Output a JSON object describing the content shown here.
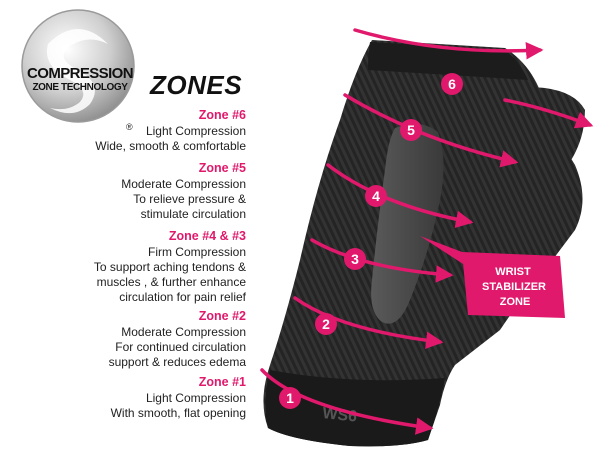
{
  "logo": {
    "line1": "COMPRESSION",
    "line2": "ZONE TECHNOLOGY",
    "reg_mark": "®"
  },
  "heading": "ZONES",
  "zones": [
    {
      "title": "Zone #6",
      "lines": [
        "Light Compression",
        "Wide, smooth & comfortable"
      ]
    },
    {
      "title": "Zone #5",
      "lines": [
        "Moderate Compression",
        "To relieve pressure  &",
        "stimulate circulation"
      ]
    },
    {
      "title": "Zone #4 & #3",
      "lines": [
        "Firm Compression",
        "To support  aching tendons &",
        "muscles , & further enhance",
        "circulation for pain relief"
      ]
    },
    {
      "title": "Zone #2",
      "lines": [
        "Moderate Compression",
        "For continued circulation",
        "support & reduces edema"
      ]
    },
    {
      "title": "Zone #1",
      "lines": [
        "Light Compression",
        "With smooth, flat opening"
      ]
    }
  ],
  "badges": [
    "6",
    "5",
    "4",
    "3",
    "2",
    "1"
  ],
  "wrist_label": [
    "WRIST",
    "STABILIZER",
    "ZONE"
  ],
  "colors": {
    "accent": "#e0196c",
    "sleeve": "#2a2a2a",
    "stabilizer": "#4a4a4a"
  }
}
